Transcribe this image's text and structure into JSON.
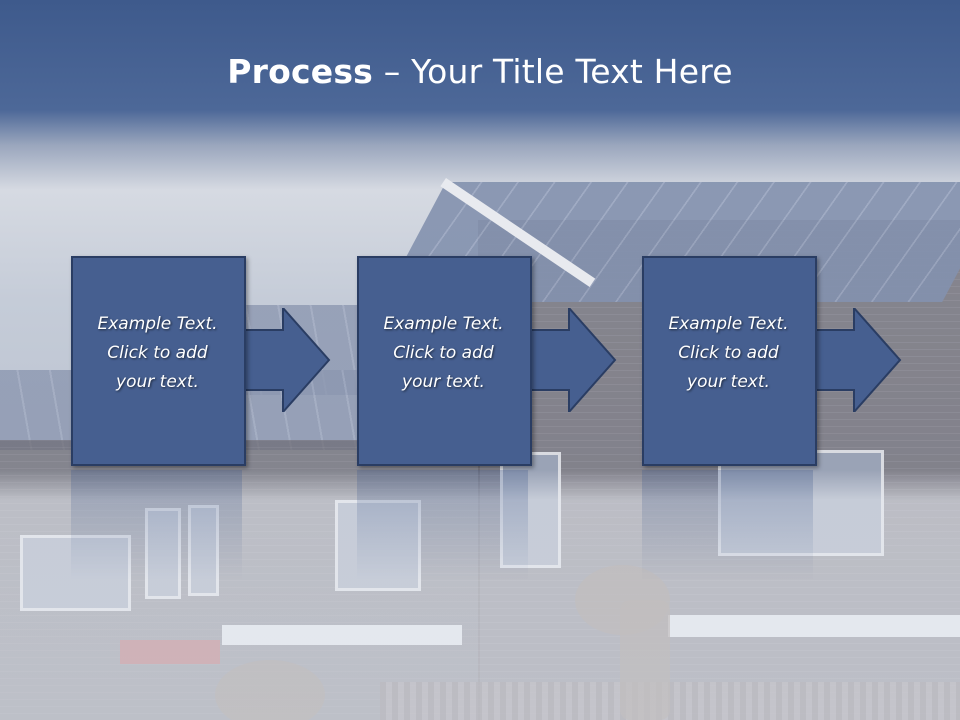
{
  "slide": {
    "title_bold": "Process",
    "title_rest": " – Your Title Text Here"
  },
  "steps": [
    {
      "text": "Example Text.\nClick  to add\nyour text."
    },
    {
      "text": "Example Text.\nClick  to add\nyour text."
    },
    {
      "text": "Example Text.\nClick  to add\nyour text."
    }
  ],
  "colors": {
    "header": "#3e5a8c",
    "box_fill": "#465f90",
    "box_border": "#2a3d63",
    "text": "#ffffff"
  }
}
